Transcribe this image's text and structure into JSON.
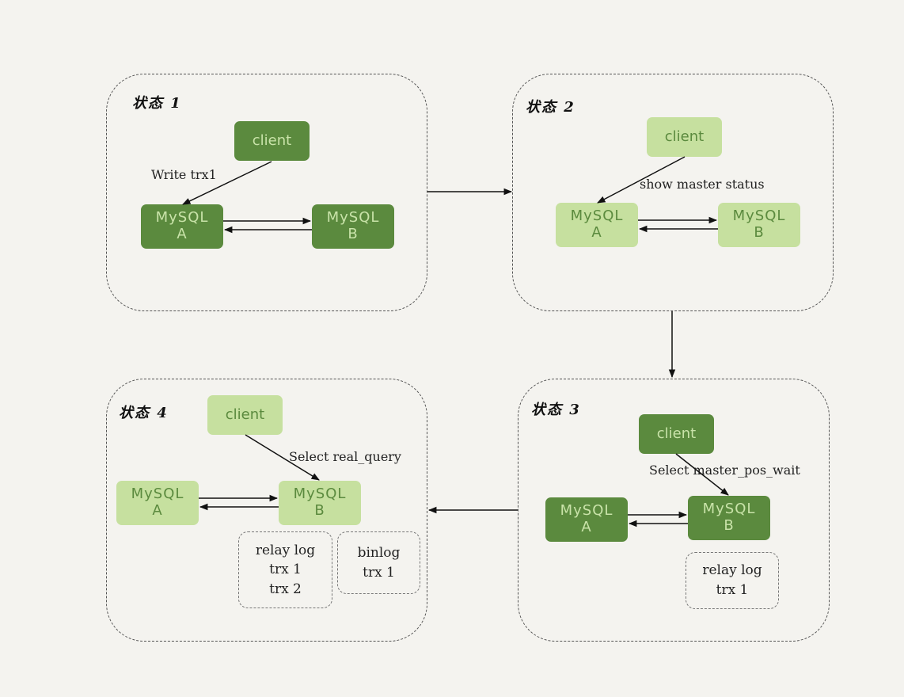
{
  "states": {
    "s1": {
      "title": "状态 1",
      "client": "client",
      "action": "Write trx1",
      "mysql_a": {
        "line1": "MySQL",
        "line2": "A"
      },
      "mysql_b": {
        "line1": "MySQL",
        "line2": "B"
      }
    },
    "s2": {
      "title": "状态 2",
      "client": "client",
      "action": "show master status",
      "mysql_a": {
        "line1": "MySQL",
        "line2": "A"
      },
      "mysql_b": {
        "line1": "MySQL",
        "line2": "B"
      }
    },
    "s3": {
      "title": "状态 3",
      "client": "client",
      "action": "Select master_pos_wait",
      "mysql_a": {
        "line1": "MySQL",
        "line2": "A"
      },
      "mysql_b": {
        "line1": "MySQL",
        "line2": "B"
      },
      "relay_log": [
        "relay log",
        "trx 1"
      ]
    },
    "s4": {
      "title": "状态 4",
      "client": "client",
      "action": "Select real_query",
      "mysql_a": {
        "line1": "MySQL",
        "line2": "A"
      },
      "mysql_b": {
        "line1": "MySQL",
        "line2": "B"
      },
      "relay_log": [
        "relay log",
        "trx 1",
        "trx 2"
      ],
      "binlog": [
        "binlog",
        "trx 1"
      ]
    }
  },
  "colors": {
    "dark_green": "#5b8a3e",
    "light_green": "#c6e09f",
    "background": "#f4f3ef"
  }
}
